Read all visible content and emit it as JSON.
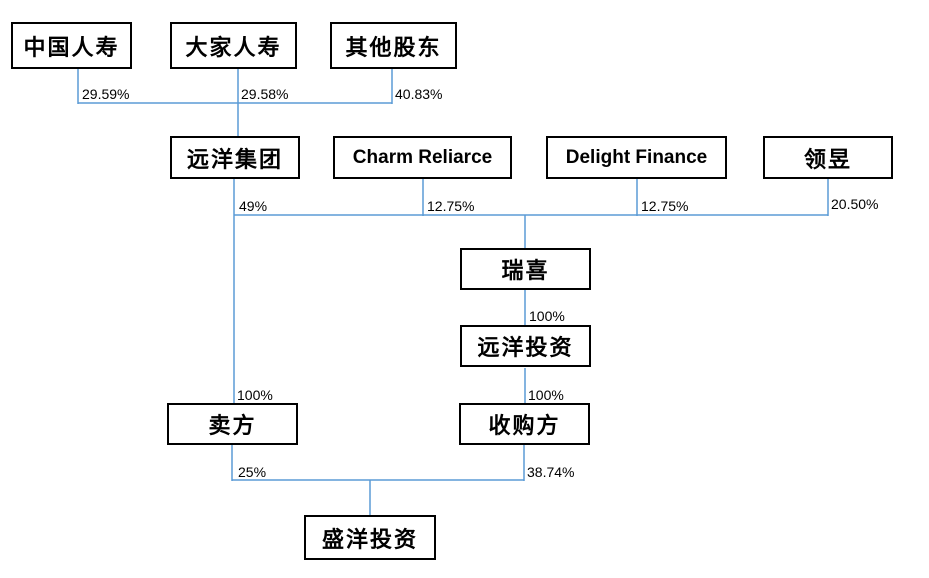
{
  "colors": {
    "background": "#ffffff",
    "connector": "#5b9bd5",
    "box_border": "#000000",
    "text": "#000000"
  },
  "diagram": {
    "type": "ownership-structure-chart",
    "nodes": [
      {
        "id": "china-life",
        "label": "中国人寿"
      },
      {
        "id": "dajia-life",
        "label": "大家人寿"
      },
      {
        "id": "other-shareholders",
        "label": "其他股东"
      },
      {
        "id": "sino-ocean-group",
        "label": "远洋集团"
      },
      {
        "id": "charm-reliarce",
        "label": "Charm Reliarce"
      },
      {
        "id": "delight-finance",
        "label": "Delight Finance"
      },
      {
        "id": "ling-yu",
        "label": "领昱"
      },
      {
        "id": "rui-xi",
        "label": "瑞喜"
      },
      {
        "id": "sino-ocean-investment",
        "label": "远洋投资"
      },
      {
        "id": "seller",
        "label": "卖方"
      },
      {
        "id": "acquirer",
        "label": "收购方"
      },
      {
        "id": "sheng-yang-investment",
        "label": "盛洋投资"
      }
    ],
    "edges": [
      {
        "from": "中国人寿",
        "to": "远洋集团",
        "percent": "29.59%"
      },
      {
        "from": "大家人寿",
        "to": "远洋集团",
        "percent": "29.58%"
      },
      {
        "from": "其他股东",
        "to": "远洋集团",
        "percent": "40.83%"
      },
      {
        "from": "远洋集团",
        "to": "瑞喜",
        "percent": "49%"
      },
      {
        "from": "Charm Reliarce",
        "to": "瑞喜",
        "percent": "12.75%"
      },
      {
        "from": "Delight Finance",
        "to": "瑞喜",
        "percent": "12.75%"
      },
      {
        "from": "领昱",
        "to": "瑞喜",
        "percent": "20.50%"
      },
      {
        "from": "瑞喜",
        "to": "远洋投资",
        "percent": "100%"
      },
      {
        "from": "远洋投资",
        "to": "收购方",
        "percent": "100%"
      },
      {
        "from": "远洋集团",
        "to": "卖方",
        "percent": "100%"
      },
      {
        "from": "卖方",
        "to": "盛洋投资",
        "percent": "25%"
      },
      {
        "from": "收购方",
        "to": "盛洋投资",
        "percent": "38.74%"
      }
    ]
  }
}
